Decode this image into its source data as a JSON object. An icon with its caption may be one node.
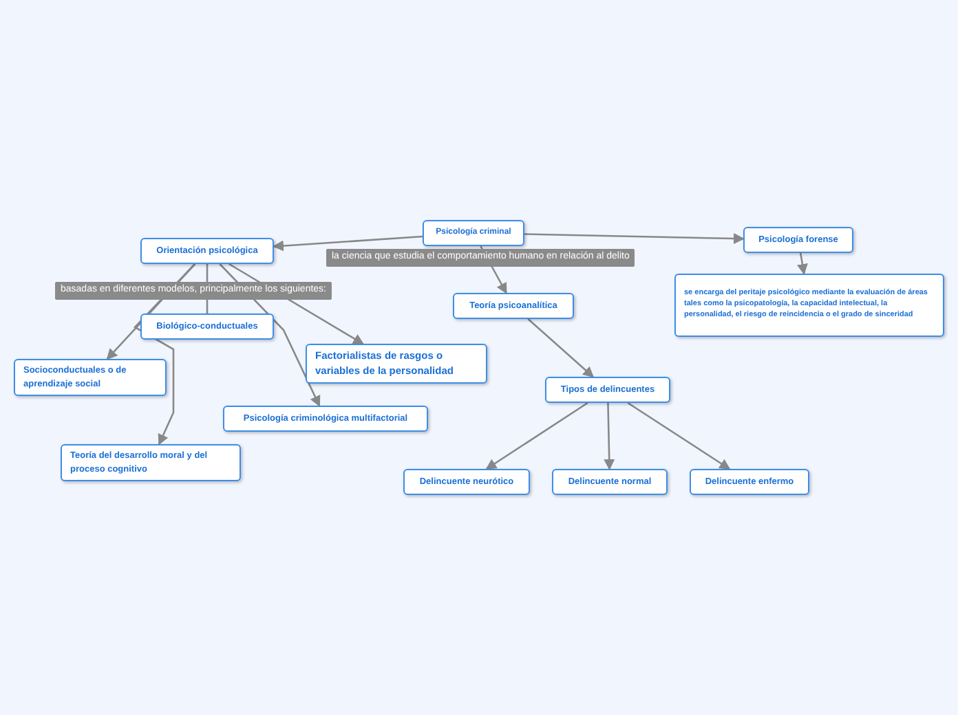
{
  "diagram": {
    "nodes": [
      {
        "text": [
          "Psicología criminal"
        ]
      },
      {
        "text": [
          "Orientación psicológica"
        ]
      },
      {
        "text": [
          "Psicología forense"
        ]
      },
      {
        "text": [
          "se encarga del peritaje psicológico mediante la evaluación de áreas tales como la psicopatología, la capacidad intelectual, la personalidad, el riesgo de reincidencia o el grado de sinceridad"
        ]
      },
      {
        "text": [
          "Teoría psicoanalítica"
        ]
      },
      {
        "text": [
          "Biológico-conductuales"
        ]
      },
      {
        "text": [
          "Socioconductuales o de aprendizaje social"
        ]
      },
      {
        "text": [
          "Factorialistas de rasgos o variables de la personalidad"
        ]
      },
      {
        "text": [
          "Psicología criminológica multifactorial"
        ]
      },
      {
        "text": [
          "Teoría del desarrollo moral y del proceso cognitivo"
        ]
      },
      {
        "text": [
          "Tipos de delincuentes"
        ]
      },
      {
        "text": [
          "Delincuente neurótico"
        ]
      },
      {
        "text": [
          "Delincuente normal"
        ]
      },
      {
        "text": [
          "Delincuente enfermo"
        ]
      }
    ],
    "edges": [
      {
        "from": 0,
        "to": 1,
        "arrow": "to"
      },
      {
        "from": 0,
        "to": 2,
        "arrow": "to"
      },
      {
        "from": 0,
        "to": 4,
        "arrow": "to",
        "label": "la ciencia que estudia el comportamiento humano en relación al delito"
      },
      {
        "from": 2,
        "to": 3,
        "arrow": "to"
      },
      {
        "from": 1,
        "to": 5,
        "arrow": "none",
        "label": "basadas en diferentes modelos, principalmente los siguientes:"
      },
      {
        "from": 1,
        "to": 6,
        "arrow": "to"
      },
      {
        "from": 1,
        "to": 9,
        "arrow": "to"
      },
      {
        "from": 1,
        "to": 8,
        "arrow": "to"
      },
      {
        "from": 1,
        "to": 7,
        "arrow": "to"
      },
      {
        "from": 4,
        "to": 10,
        "arrow": "to"
      },
      {
        "from": 10,
        "to": 11,
        "arrow": "to"
      },
      {
        "from": 10,
        "to": 12,
        "arrow": "to"
      },
      {
        "from": 10,
        "to": 13,
        "arrow": "to"
      }
    ]
  }
}
